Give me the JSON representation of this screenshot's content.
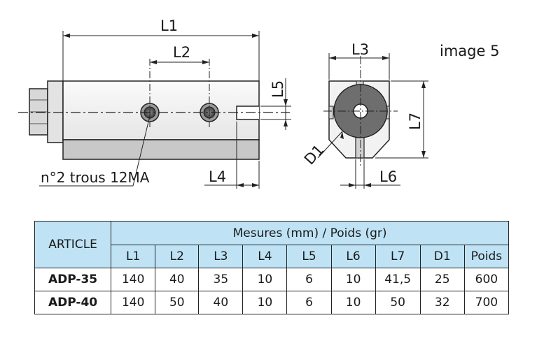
{
  "drawing": {
    "dims": {
      "L1": "L1",
      "L2": "L2",
      "L3": "L3",
      "L4": "L4",
      "L5": "L5",
      "L6": "L6",
      "L7": "L7",
      "D1": "D1"
    },
    "holes_label": "n°2 trous 12MA",
    "image_label": "image 5"
  },
  "table": {
    "article_header": "ARTICLE",
    "group_header": "Mesures (mm) / Poids (gr)",
    "columns": [
      "L1",
      "L2",
      "L3",
      "L4",
      "L5",
      "L6",
      "L7",
      "D1",
      "Poids"
    ],
    "rows": [
      {
        "article": "ADP-35",
        "values": [
          "140",
          "40",
          "35",
          "10",
          "6",
          "10",
          "41,5",
          "25",
          "600"
        ]
      },
      {
        "article": "ADP-40",
        "values": [
          "140",
          "50",
          "40",
          "10",
          "6",
          "10",
          "50",
          "32",
          "700"
        ]
      }
    ]
  },
  "colors": {
    "header_fill": "#bfe3f5",
    "part_body": "#f2f2f2",
    "part_base": "#c8c8c8",
    "disc": "#6e6e6e"
  }
}
